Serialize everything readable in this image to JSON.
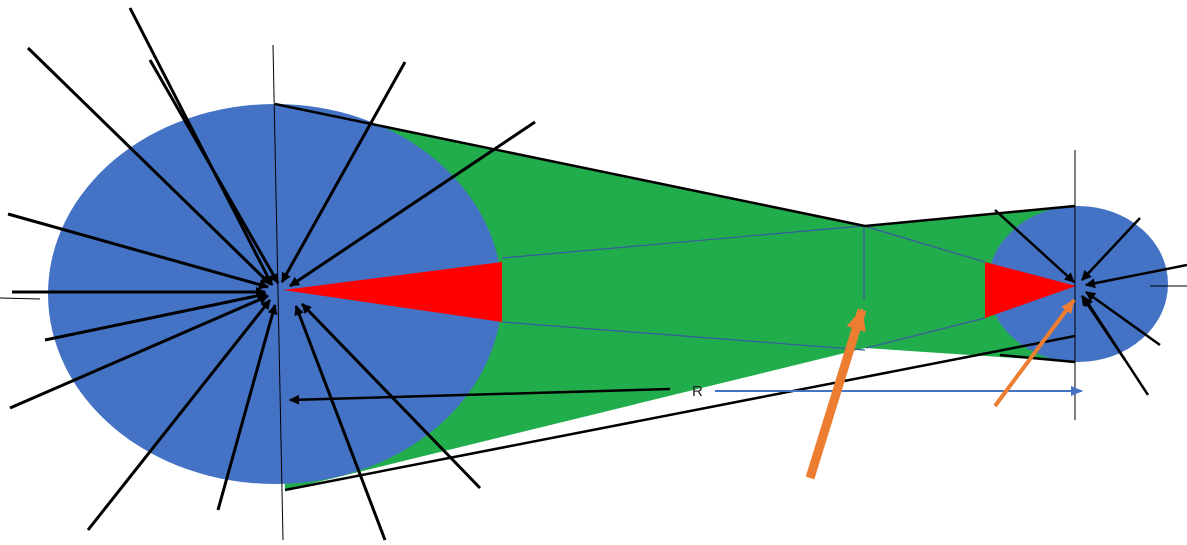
{
  "labels": {
    "radius": "R"
  },
  "colors": {
    "large_body": "#4472c4",
    "small_body": "#4472c4",
    "band": "#21ad4b",
    "wedge": "#ff0000",
    "force_arrows": "#000000",
    "highlight_arrows": "#ed7d31",
    "guide_lines": "#3a5aa0",
    "radius_arrow": "#4472c4"
  },
  "elements": {
    "large_body": "large-blue-circle",
    "small_body": "small-blue-circle",
    "band": "green-band",
    "large_wedge": "red-wedge-left",
    "small_wedge": "red-wedge-right",
    "radius_marker": "radius-arrow"
  }
}
